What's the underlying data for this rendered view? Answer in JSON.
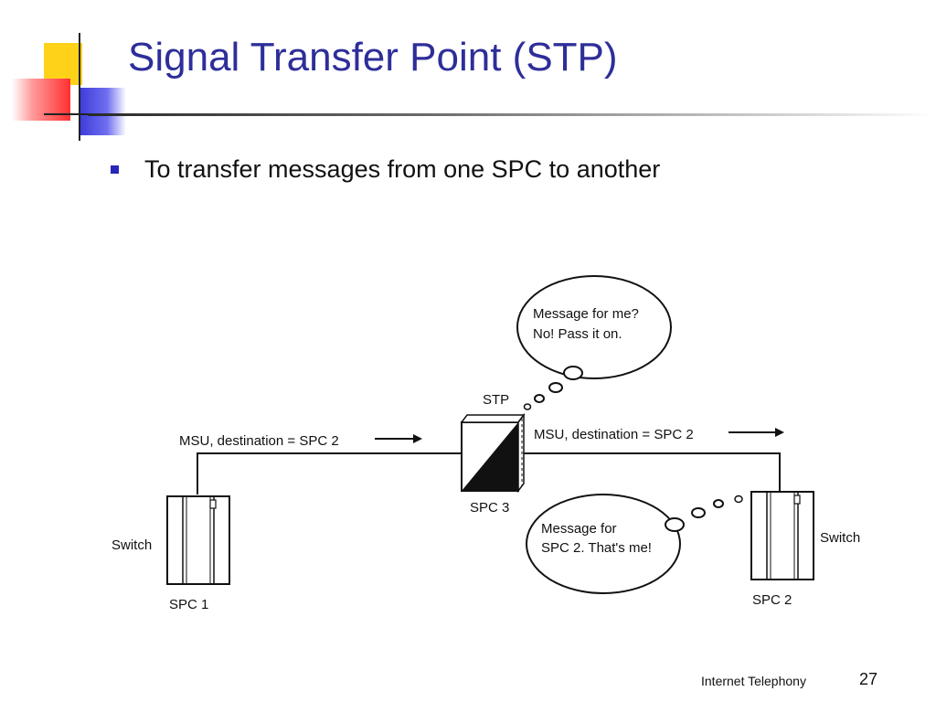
{
  "slide": {
    "title": "Signal Transfer Point (STP)",
    "bullets": [
      "To transfer messages from one SPC to another"
    ],
    "footer": {
      "text": "Internet Telephony",
      "page_number": "27"
    },
    "accent_colors": {
      "title": "#2e2e9a",
      "bullet": "#2727b8",
      "yellow": "#ffd21a",
      "red": "#ff3030",
      "blue": "#3a3ad8"
    }
  },
  "diagram": {
    "stp_label": "STP",
    "stp_spc_label": "SPC 3",
    "left_node": {
      "name": "Switch",
      "spc": "SPC 1"
    },
    "right_node": {
      "name": "Switch",
      "spc": "SPC 2"
    },
    "msu_left": "MSU, destination = SPC 2",
    "msu_right": "MSU, destination = SPC 2",
    "bubble_stp": [
      "Message for me?",
      "No!  Pass it on."
    ],
    "bubble_spc2": [
      "Message for",
      "SPC 2. That's me!"
    ]
  }
}
